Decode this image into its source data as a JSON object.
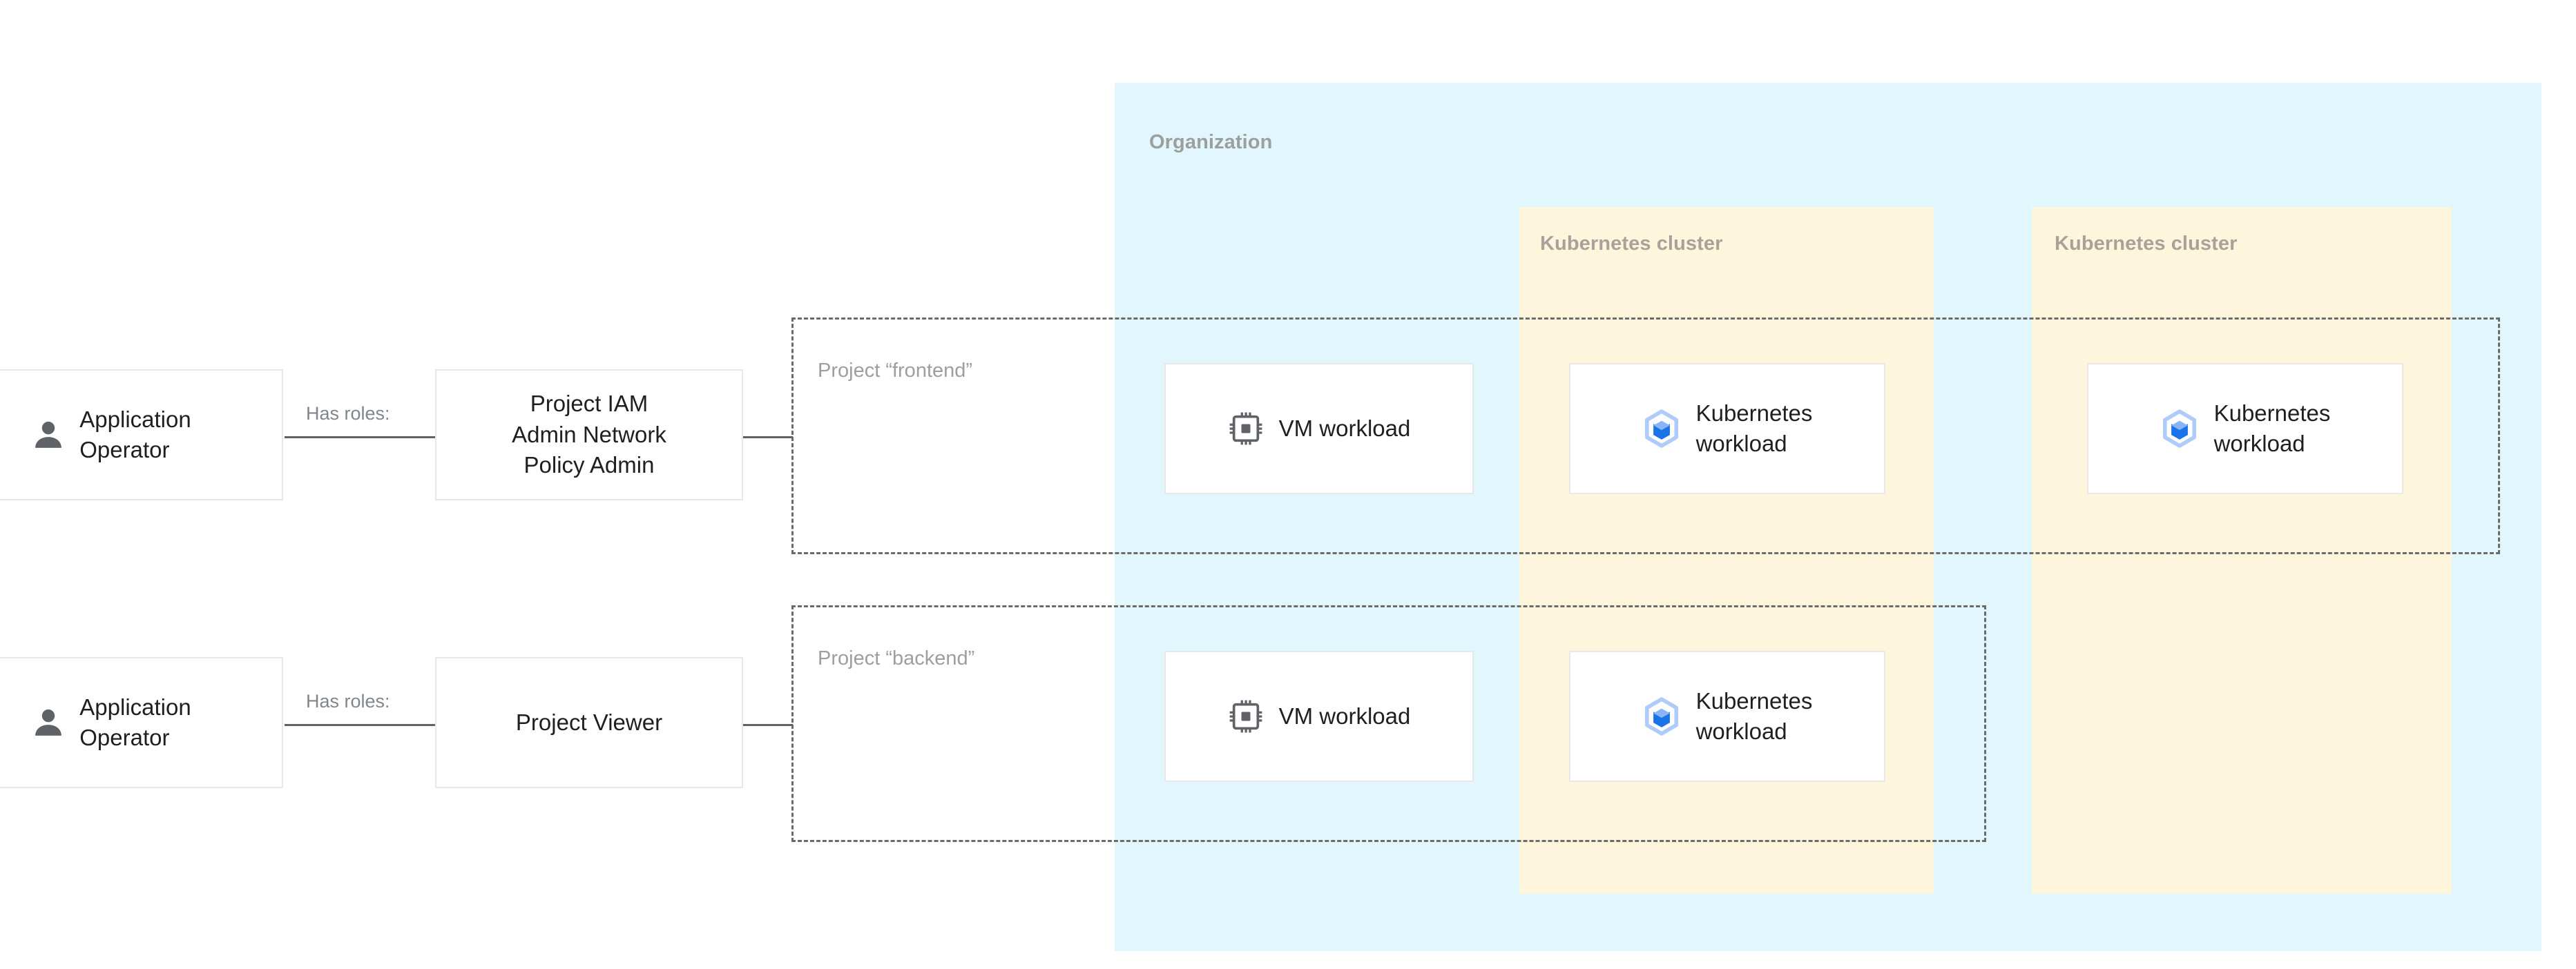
{
  "organization": {
    "label": "Organization",
    "bg_color": "#e1f7fd"
  },
  "clusters": [
    {
      "label": "Kubernetes cluster",
      "bg_color": "#fdf6dd"
    },
    {
      "label": "Kubernetes cluster",
      "bg_color": "#fdf6dd"
    }
  ],
  "projects": [
    {
      "label": "Project “frontend”"
    },
    {
      "label": "Project “backend”"
    }
  ],
  "personas": [
    {
      "label": "Application\nOperator",
      "icon": "person-icon"
    },
    {
      "label": "Application\nOperator",
      "icon": "person-icon"
    }
  ],
  "roles": [
    {
      "label": "Project IAM\nAdmin Network\nPolicy Admin"
    },
    {
      "label": "Project Viewer"
    }
  ],
  "edges": [
    {
      "label": "Has roles:"
    },
    {
      "label": "Has roles:"
    }
  ],
  "workloads": {
    "vm_frontend": {
      "label": "VM workload",
      "icon": "cpu-chip-icon"
    },
    "vm_backend": {
      "label": "VM workload",
      "icon": "cpu-chip-icon"
    },
    "k8s_frontend_cluster1": {
      "label": "Kubernetes\nworkload",
      "icon": "gke-cube-icon"
    },
    "k8s_frontend_cluster2": {
      "label": "Kubernetes\nworkload",
      "icon": "gke-cube-icon"
    },
    "k8s_backend_cluster1": {
      "label": "Kubernetes\nworkload",
      "icon": "gke-cube-icon"
    }
  },
  "colors": {
    "organization_fill": "#e1f7fd",
    "cluster_fill": "#fdf6dd",
    "card_border": "#e8e8e8",
    "connector": "#5f6368",
    "label_gray": "#9e9e9e",
    "text_primary": "#1f1f1f",
    "gke_icon_light": "#aecbfa",
    "gke_icon_dark": "#1a73e8",
    "person_icon": "#5f6368"
  }
}
